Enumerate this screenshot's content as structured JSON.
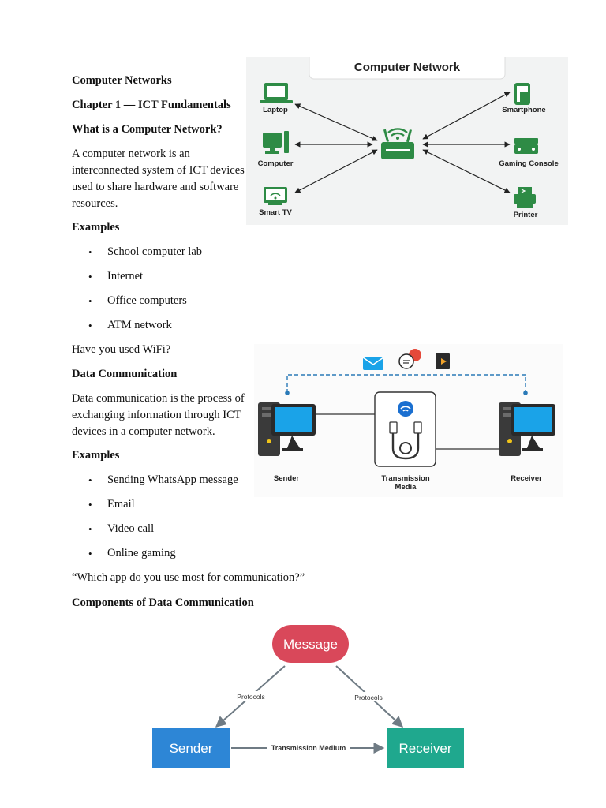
{
  "doc": {
    "subject": "Computer Networks",
    "chapter": "Chapter 1 — ICT Fundamentals",
    "h_what": "What is a Computer Network?",
    "p_what": "A computer network is an interconnected system of ICT devices used to share hardware and software resources.",
    "examples_heading_1": "Examples",
    "examples_1": [
      "School computer lab",
      "Internet",
      "Office computers",
      "ATM network"
    ],
    "question_1": "Have you used WiFi?",
    "h_datacomm": "Data Communication",
    "p_datacomm": "Data communication is the process of exchanging information through ICT devices in a computer network.",
    "examples_heading_2": "Examples",
    "examples_2": [
      "Sending WhatsApp message",
      "Email",
      "Video call",
      "Online gaming"
    ],
    "question_2": "“Which app do you use most for communication?”",
    "h_components": "Components of Data Communication"
  },
  "figure_network": {
    "title": "Computer Network",
    "devices": {
      "laptop": "Laptop",
      "computer": "Computer",
      "smart_tv": "Smart TV",
      "smartphone": "Smartphone",
      "gaming_console": "Gaming Console",
      "printer": "Printer"
    },
    "colors": {
      "device_green": "#2e8b45",
      "background": "#f2f3f3"
    }
  },
  "figure_datacomm": {
    "sender": "Sender",
    "media_line1": "Transmission",
    "media_line2": "Media",
    "receiver": "Receiver",
    "colors": {
      "screen_blue": "#1aa3e8",
      "dashed_line": "#2a7ab8"
    }
  },
  "figure_components": {
    "message": "Message",
    "sender": "Sender",
    "receiver": "Receiver",
    "protocols_left": "Protocols",
    "protocols_right": "Protocols",
    "medium": "Transmission Medium",
    "colors": {
      "message": "#d9485a",
      "sender": "#2d86d6",
      "receiver": "#1fa88e",
      "arrows": "#6f7b84"
    }
  }
}
